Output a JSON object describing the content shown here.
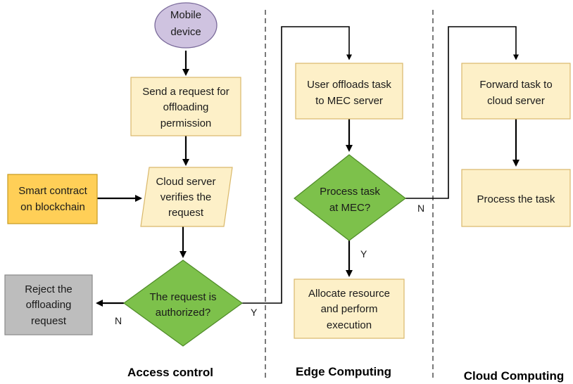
{
  "nodes": {
    "mobile": [
      "Mobile",
      "device"
    ],
    "send_request": [
      "Send a request for",
      "offloading",
      "permission"
    ],
    "smart_contract": [
      "Smart contract",
      "on blockchain"
    ],
    "cloud_verify": [
      "Cloud server",
      "verifies the",
      "request"
    ],
    "authorized": [
      "The request is",
      "authorized?"
    ],
    "reject": [
      "Reject the",
      "offloading",
      "request"
    ],
    "user_offloads": [
      "User offloads task",
      "to MEC server"
    ],
    "process_mec": [
      "Process task",
      "at MEC?"
    ],
    "allocate": [
      "Allocate resource",
      "and perform",
      "execution"
    ],
    "forward": [
      "Forward task to",
      "cloud server"
    ],
    "process_task": [
      "Process the task"
    ]
  },
  "edge_labels": {
    "authorized_no": "N",
    "authorized_yes": "Y",
    "mec_no": "N",
    "mec_yes": "Y"
  },
  "sections": {
    "access": "Access control",
    "edge": "Edge Computing",
    "cloud": "Cloud Computing"
  },
  "colors": {
    "process_fill": "#FDF0C8",
    "process_stroke": "#D9B86A",
    "terminal_fill": "#CFC3E0",
    "terminal_stroke": "#7A6A9A",
    "decision_fill": "#7DC14B",
    "decision_stroke": "#4E8A27",
    "contract_fill": "#FFCF57",
    "contract_stroke": "#C69A1E",
    "reject_fill": "#BDBDBD",
    "reject_stroke": "#8A8A8A"
  }
}
